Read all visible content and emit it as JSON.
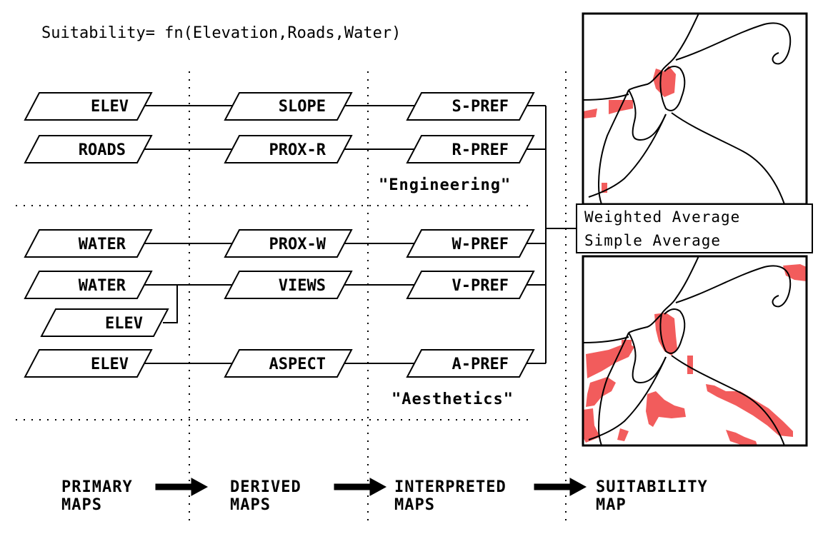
{
  "title": "Suitability= fn(Elevation,Roads,Water)",
  "rows": {
    "elev1": {
      "primary": "ELEV",
      "derived": "SLOPE",
      "interpreted": "S-PREF"
    },
    "roads": {
      "primary": "ROADS",
      "derived": "PROX-R",
      "interpreted": "R-PREF"
    },
    "water1": {
      "primary": "WATER",
      "derived": "PROX-W",
      "interpreted": "W-PREF"
    },
    "water2": {
      "primary": "WATER",
      "secondary": "ELEV",
      "derived": "VIEWS",
      "interpreted": "V-PREF"
    },
    "elev3": {
      "primary": "ELEV",
      "derived": "ASPECT",
      "interpreted": "A-PREF"
    }
  },
  "groups": {
    "engineering": "\"Engineering\"",
    "aesthetics": "\"Aesthetics\""
  },
  "methods": {
    "weighted": "Weighted Average",
    "simple": "Simple Average"
  },
  "stages": {
    "primary": [
      "PRIMARY",
      "MAPS"
    ],
    "derived": [
      "DERIVED",
      "MAPS"
    ],
    "interpreted": [
      "INTERPRETED",
      "MAPS"
    ],
    "suitability": [
      "SUITABILITY",
      "MAP"
    ]
  },
  "colors": {
    "ink": "#000000",
    "suitable_area": "#f25c5c",
    "background": "#ffffff"
  },
  "icons": {
    "stage_arrow": "right-arrow-icon"
  }
}
